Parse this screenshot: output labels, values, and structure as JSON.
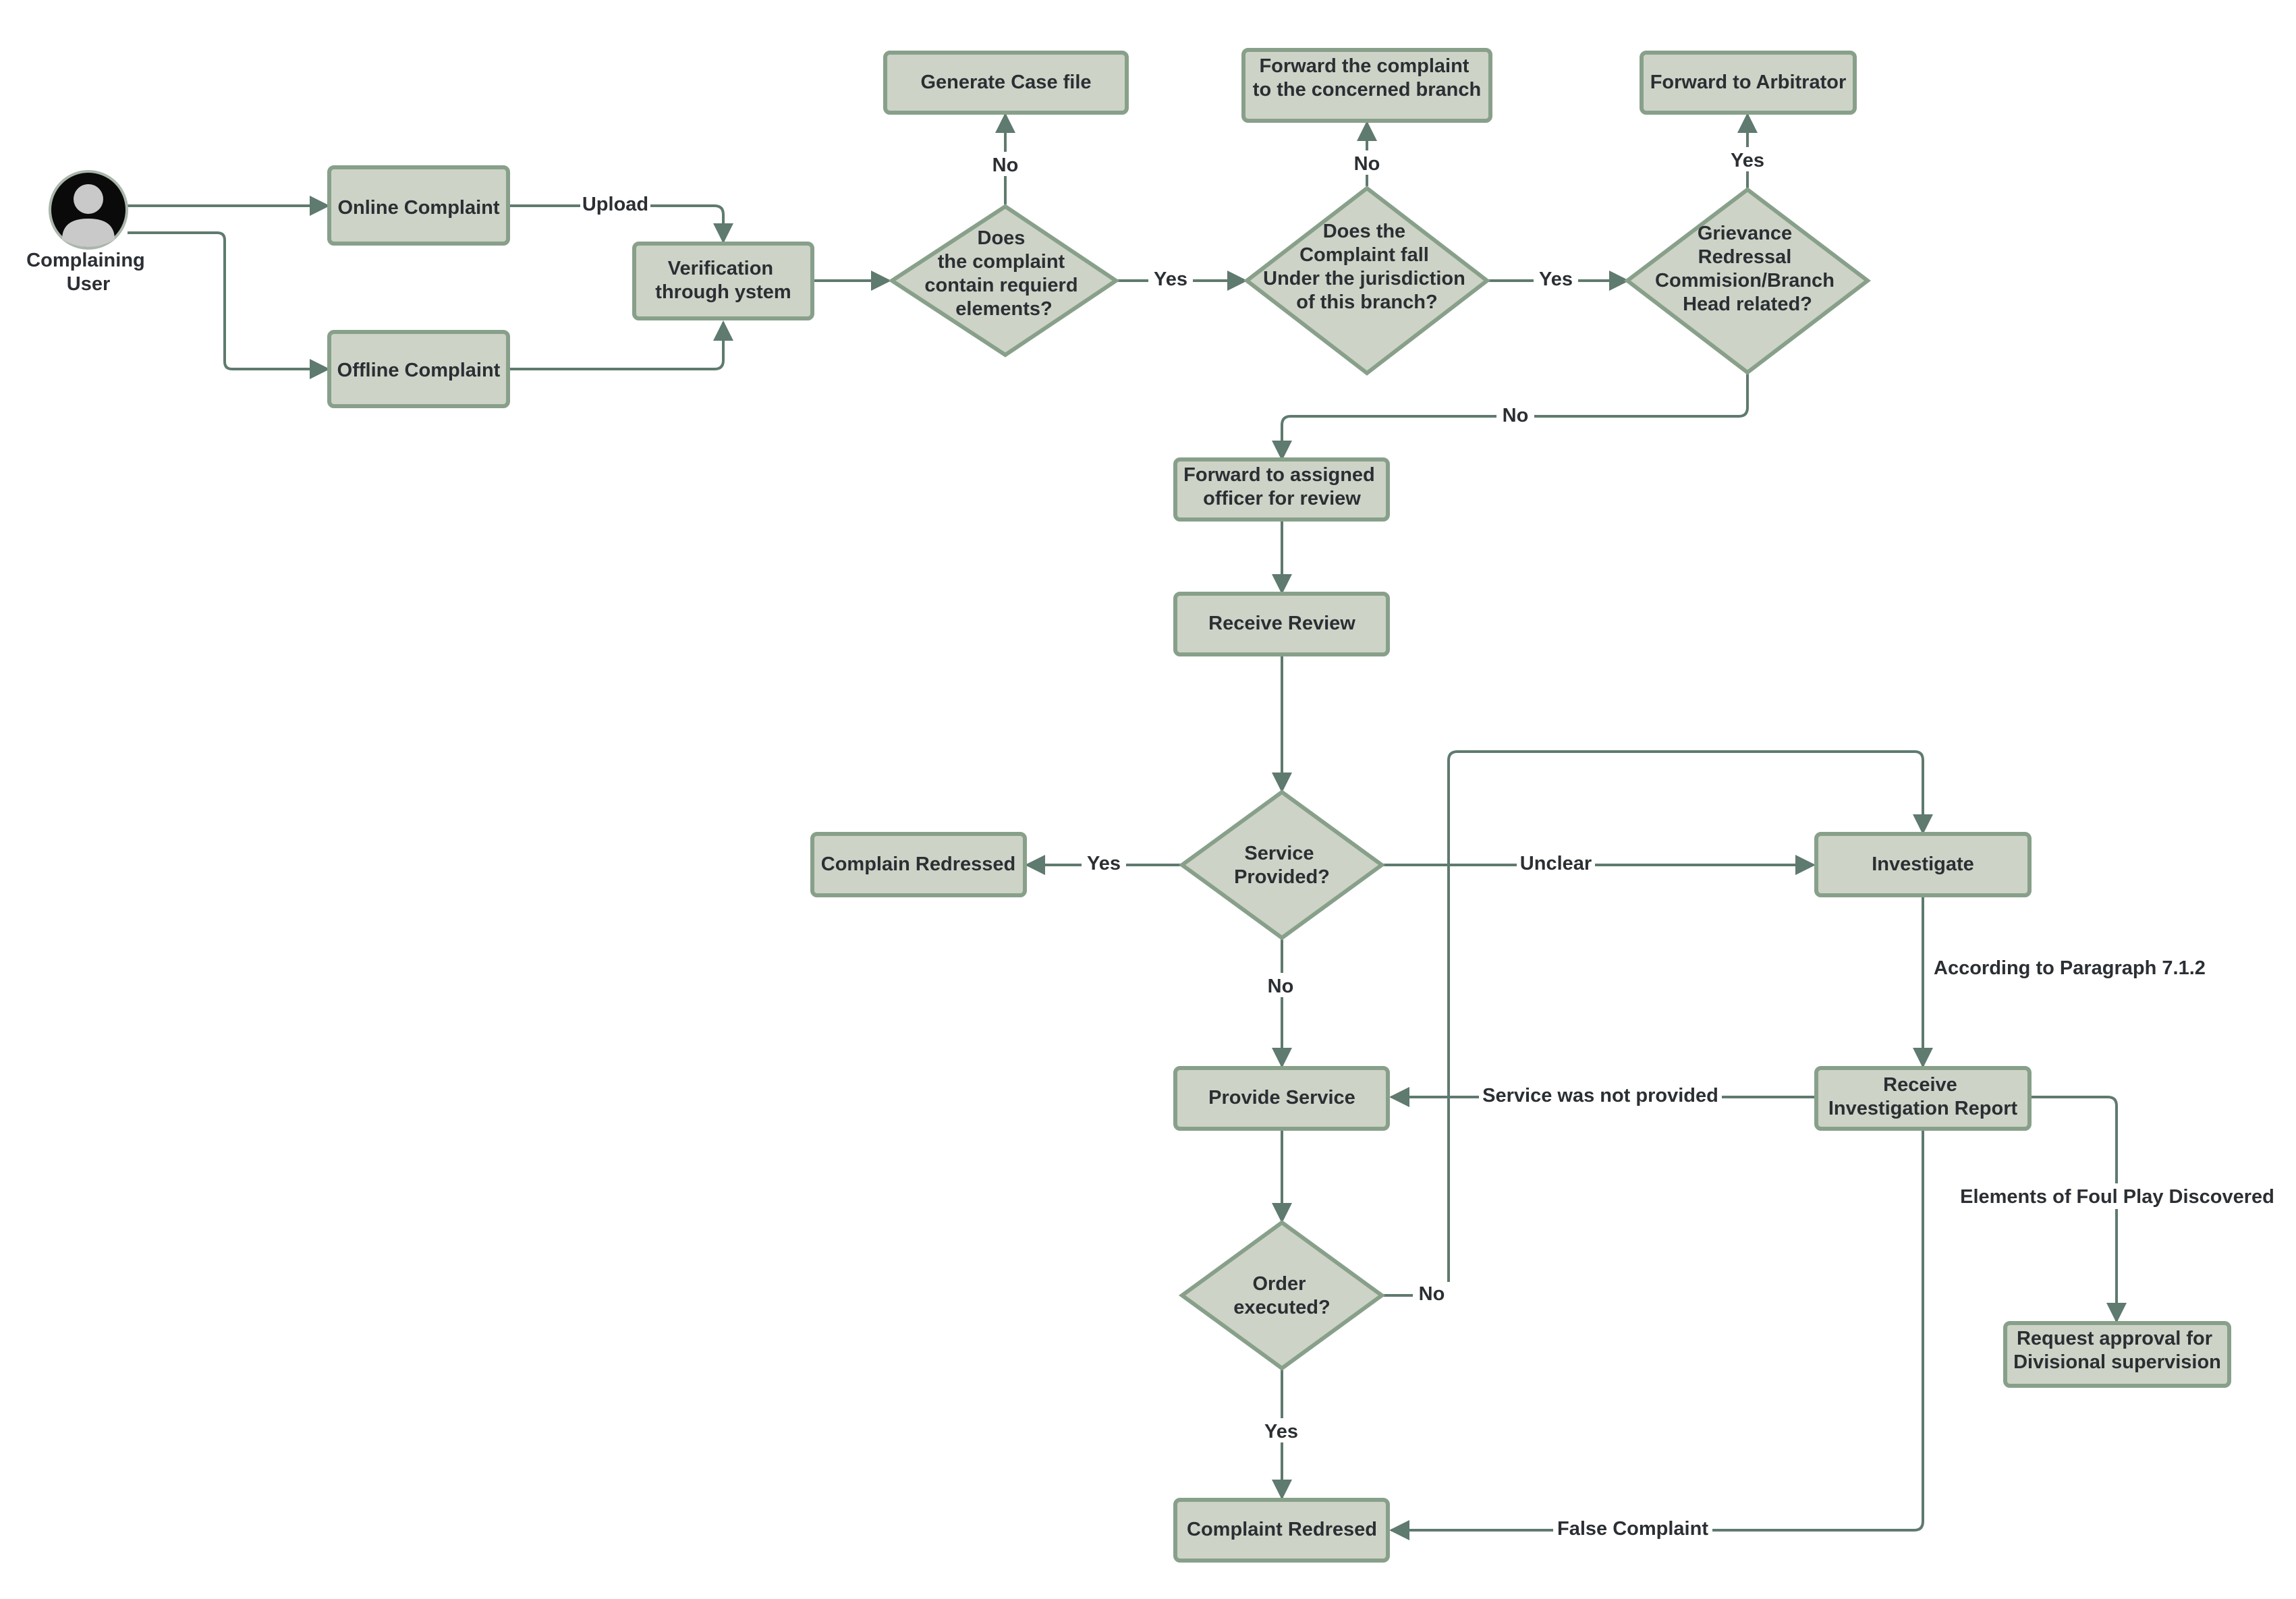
{
  "colors": {
    "node_fill": "#cdd3c7",
    "node_stroke": "#88a08a",
    "edge": "#5f7a6e",
    "text": "#2b2f33"
  },
  "actor": {
    "icon": "user-icon",
    "label": [
      "Complaining",
      "User"
    ]
  },
  "nodes": {
    "online": [
      "Online Complaint"
    ],
    "offline": [
      "Offline Complaint"
    ],
    "verification": [
      "Verification",
      "through ystem"
    ],
    "d_required": [
      "Does",
      "the complaint",
      "contain requierd",
      "elements?"
    ],
    "case_file": [
      "Generate Case file"
    ],
    "d_jurisdiction": [
      "Does the",
      "Complaint fall",
      "Under the jurisdiction",
      "of this branch?"
    ],
    "forward_branch": [
      "Forward the complaint",
      "to the concerned branch"
    ],
    "d_grievance": [
      "Grievance",
      "Redressal",
      "Commision/Branch",
      "Head related?"
    ],
    "arbitrator": [
      "Forward to Arbitrator"
    ],
    "assigned_officer": [
      "Forward to assigned",
      "officer for review"
    ],
    "receive_review": [
      "Receive Review"
    ],
    "d_service": [
      "Service",
      "Provided?"
    ],
    "redressed": [
      "Complain Redressed"
    ],
    "investigate": [
      "Investigate"
    ],
    "provide_service": [
      "Provide Service"
    ],
    "report": [
      "Receive",
      "Investigation Report"
    ],
    "d_order": [
      "Order",
      "executed?"
    ],
    "request_approval": [
      "Request approval for",
      "Divisional supervision"
    ],
    "redresed": [
      "Complaint Redresed"
    ]
  },
  "edge_labels": {
    "upload": "Upload",
    "req_no": "No",
    "req_yes": "Yes",
    "jur_no": "No",
    "jur_yes": "Yes",
    "gri_yes": "Yes",
    "gri_no": "No",
    "svc_yes": "Yes",
    "svc_unclear": "Unclear",
    "svc_no": "No",
    "paragraph": "According to Paragraph 7.1.2",
    "not_provided": "Service was not provided",
    "foul_play": "Elements of Foul Play Discovered",
    "order_no": "No",
    "order_yes": "Yes",
    "false_complaint": "False Complaint"
  }
}
